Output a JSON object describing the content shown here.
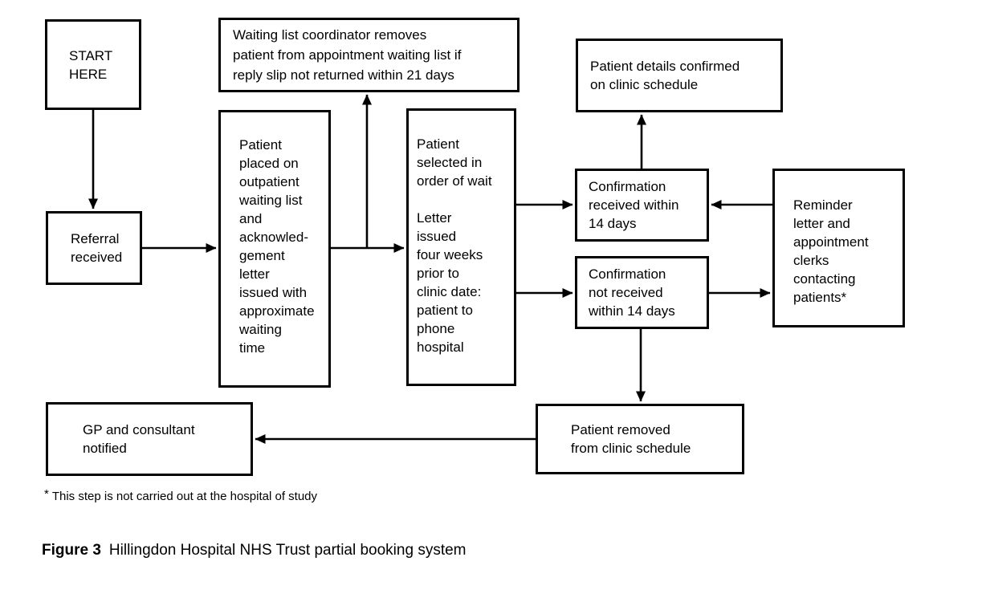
{
  "nodes": {
    "start": "START\nHERE",
    "coordinator": "Waiting list coordinator removes\npatient from appointment waiting list if\nreply slip not returned within 21 days",
    "details_confirmed": "Patient details confirmed\non clinic schedule",
    "referral": "Referral\nreceived",
    "placed": "Patient\nplaced on\noutpatient\nwaiting list\nand\nacknowled-\ngement\nletter\nissued with\napproximate\nwaiting\ntime",
    "selected": "Patient\nselected in\norder of wait\n\nLetter\nissued\nfour weeks\nprior to\nclinic date:\npatient to\nphone\nhospital",
    "confirm_received": "Confirmation\nreceived within\n14 days",
    "confirm_not_received": "Confirmation\nnot received\nwithin 14 days",
    "reminder": "Reminder\nletter and\nappointment\nclerks\ncontacting\npatients*",
    "gp_notified": "GP and consultant\nnotified",
    "patient_removed": "Patient removed\nfrom clinic schedule"
  },
  "footnote": {
    "marker": "*",
    "text": "This step is not carried out at the hospital of study"
  },
  "caption": {
    "label": "Figure 3",
    "text": "Hillingdon Hospital NHS Trust partial booking system"
  },
  "colors": {
    "line": "#000000",
    "background": "#ffffff"
  }
}
